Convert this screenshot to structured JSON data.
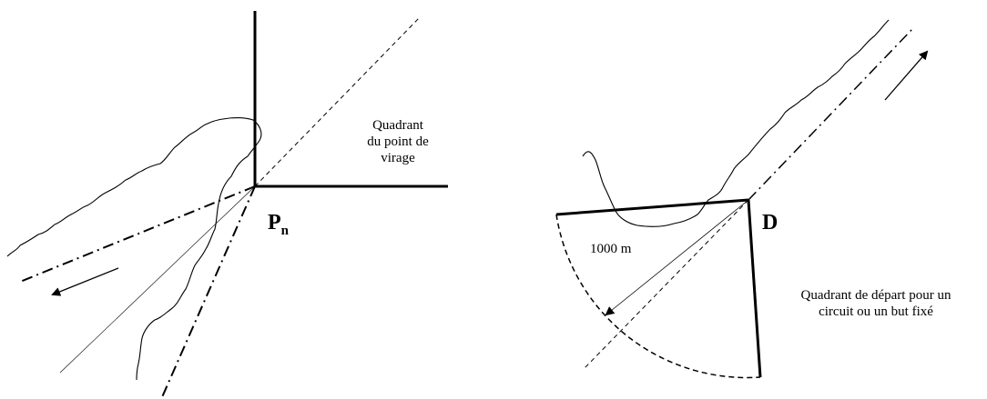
{
  "left_figure": {
    "quadrant_label_lines": [
      "Quadrant",
      "du point de",
      "virage"
    ],
    "point_label": "P",
    "point_subscript": "n"
  },
  "right_figure": {
    "radius_label": "1000 m",
    "point_label": "D",
    "quadrant_label_lines": [
      "Quadrant de départ pour un",
      "circuit ou un but fixé"
    ]
  }
}
